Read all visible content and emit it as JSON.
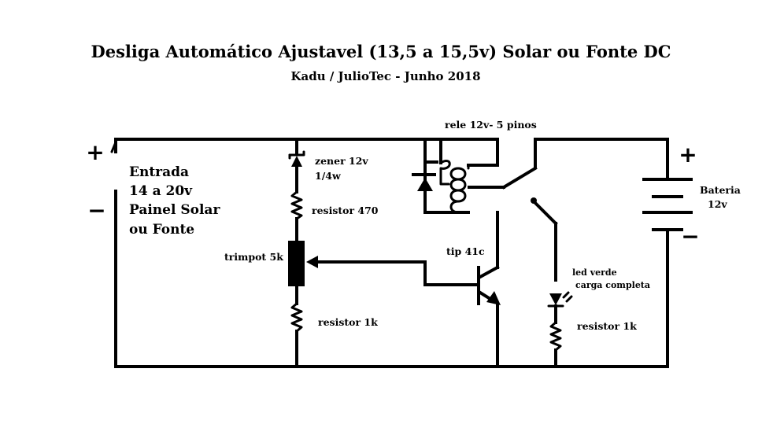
{
  "header": {
    "title": "Desliga Automático Ajustavel (13,5 a 15,5v) Solar ou Fonte DC",
    "subtitle": "Kadu / JulioTec - Junho 2018"
  },
  "input": {
    "plus": "+",
    "minus": "−",
    "label_lines": [
      "Entrada",
      "14 a 20v",
      "Painel Solar",
      "ou Fonte"
    ]
  },
  "components": {
    "zener_line1": "zener 12v",
    "zener_line2": "1/4w",
    "resistor_470": "resistor 470",
    "trimpot": "trimpot 5k",
    "resistor_1k_left": "resistor 1k",
    "relay": "rele 12v- 5 pinos",
    "transistor": "tip 41c",
    "led_line1": "led verde",
    "led_line2": "carga completa",
    "resistor_1k_right": "resistor 1k"
  },
  "battery": {
    "plus": "+",
    "minus": "−",
    "label_line1": "Bateria",
    "label_line2": "12v"
  }
}
